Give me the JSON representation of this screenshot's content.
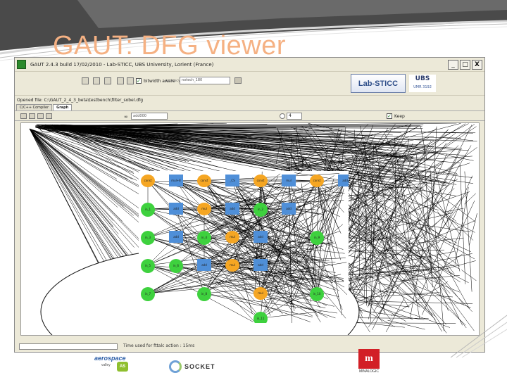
{
  "slide": {
    "title": "GAUT: DFG viewer",
    "title_color": "#f5b183"
  },
  "window": {
    "title": "GAUT 2.4.3 build 17/02/2010 - Lab-STICC, UBS University, Lorient (France)",
    "buttons": {
      "minimize": "_",
      "maximize": "□",
      "close": "X"
    }
  },
  "toolbar": {
    "bitwidth_label": "bitwidth aware",
    "bitwidth_checked": true,
    "cadency_label": "cadency",
    "library_value": "notech_180"
  },
  "logos": {
    "lab": "Lab-STICC",
    "ubs": "UBS",
    "ubs_sub": "UMR 3192"
  },
  "opened_file": "Opened file: C:\\GAUT_2_4_3_beta\\testbench\\filter_sobel.dfg",
  "tabs": [
    {
      "label": "C/C++ Compiler",
      "active": false
    },
    {
      "label": "Graph",
      "active": true
    }
  ],
  "graph_toolbar": {
    "search_value": "add000",
    "zoom_value": "4",
    "keep_label": "Keep",
    "keep_checked": true
  },
  "status": {
    "text": "Time used for fttalc action : 15ms"
  },
  "nodes": [
    {
      "label": "const",
      "kind": "orange"
    },
    {
      "label": "mul+8",
      "kind": "blue"
    },
    {
      "label": "const",
      "kind": "orange"
    },
    {
      "label": "_CS",
      "kind": "blue"
    },
    {
      "label": "const",
      "kind": "orange"
    },
    {
      "label": "mul",
      "kind": "blue"
    },
    {
      "label": "const",
      "kind": "orange"
    },
    {
      "label": "add",
      "kind": "blue"
    },
    {
      "label": "in_1",
      "kind": "green"
    },
    {
      "label": "add",
      "kind": "blue"
    },
    {
      "label": "mul",
      "kind": "orange"
    },
    {
      "label": "add",
      "kind": "blue"
    },
    {
      "label": "in_2",
      "kind": "green"
    },
    {
      "label": "add",
      "kind": "blue"
    },
    {
      "label": "in_3",
      "kind": "green"
    },
    {
      "label": "add",
      "kind": "blue"
    },
    {
      "label": "in_4",
      "kind": "green"
    },
    {
      "label": "mul",
      "kind": "orange"
    },
    {
      "label": "add",
      "kind": "blue"
    },
    {
      "label": "in_5",
      "kind": "green"
    },
    {
      "label": "in_6",
      "kind": "green"
    },
    {
      "label": "add",
      "kind": "blue"
    },
    {
      "label": "mul",
      "kind": "orange"
    },
    {
      "label": "add",
      "kind": "blue"
    },
    {
      "label": "in_7",
      "kind": "green"
    },
    {
      "label": "in_8",
      "kind": "green"
    },
    {
      "label": "mul",
      "kind": "orange"
    },
    {
      "label": "in_9",
      "kind": "green"
    },
    {
      "label": "in_10",
      "kind": "green"
    },
    {
      "label": "in_11",
      "kind": "green"
    }
  ],
  "footer": {
    "aerospace": "aerospace",
    "aerospace_sub": "valley",
    "aerospace_tag": "AS",
    "socket": "SOCKET",
    "mina": "m",
    "mina_text": "MINALOGIC"
  }
}
